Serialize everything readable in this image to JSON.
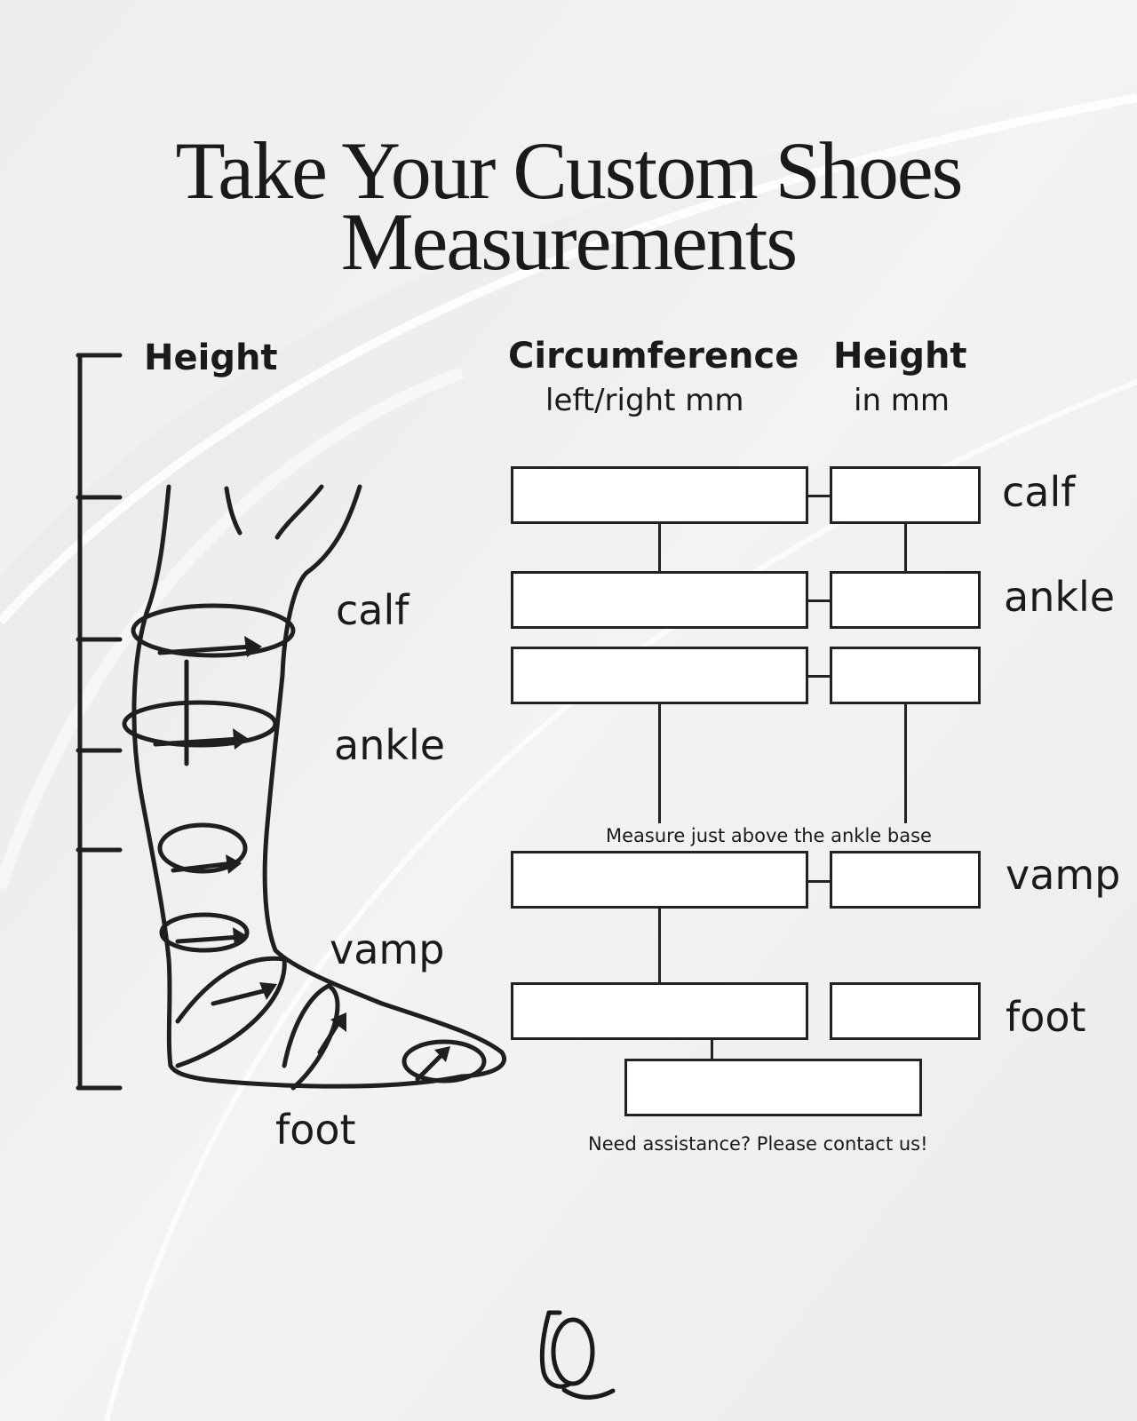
{
  "title": {
    "line1": "Take Your Custom Shoes",
    "line2": "Measurements"
  },
  "left": {
    "height_label": "Height",
    "labels": {
      "calf": "calf",
      "ankle": "ankle",
      "vamp": "vamp",
      "foot": "foot"
    }
  },
  "table": {
    "circumference_header": "Circumference",
    "circumference_sub": "left/right mm",
    "height_header": "Height",
    "height_sub": "in mm",
    "row_labels": {
      "calf": "calf",
      "ankle": "ankle",
      "vamp": "vamp",
      "foot": "foot"
    },
    "ankle_note": "Measure just above the ankle base",
    "contact_note": "Need assistance? Please contact us!"
  },
  "colors": {
    "background": "#efefef",
    "ink": "#1c1c1c",
    "box_fill": "#ffffff"
  },
  "logo": {
    "text": "LQ",
    "icon": "lq-monogram-logo"
  }
}
